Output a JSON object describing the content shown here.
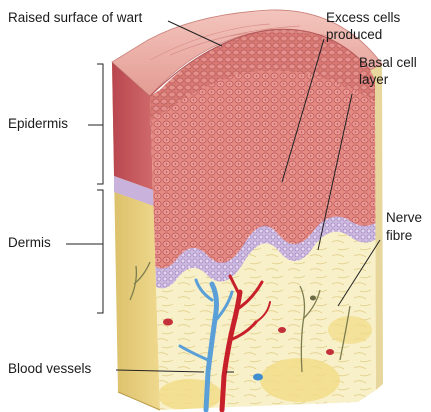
{
  "labels": {
    "raised_surface": "Raised surface of wart",
    "excess_cells": "Excess cells",
    "produced": "produced",
    "basal_cell": "Basal cell",
    "layer": "layer",
    "epidermis": "Epidermis",
    "dermis": "Dermis",
    "nerve": "Nerve",
    "fibre": "fibre",
    "blood_vessels": "Blood vessels"
  },
  "colors": {
    "epidermis_surface": "#e8a9a3",
    "epidermis_cells": "#e07f78",
    "basal_layer": "#c9b3dd",
    "dermis": "#f7eec2",
    "side_face": "#d8b75e",
    "blood_vessel_red": "#c8202a",
    "blood_vessel_blue": "#5b9fd8",
    "nerve": "#8a8a55"
  }
}
